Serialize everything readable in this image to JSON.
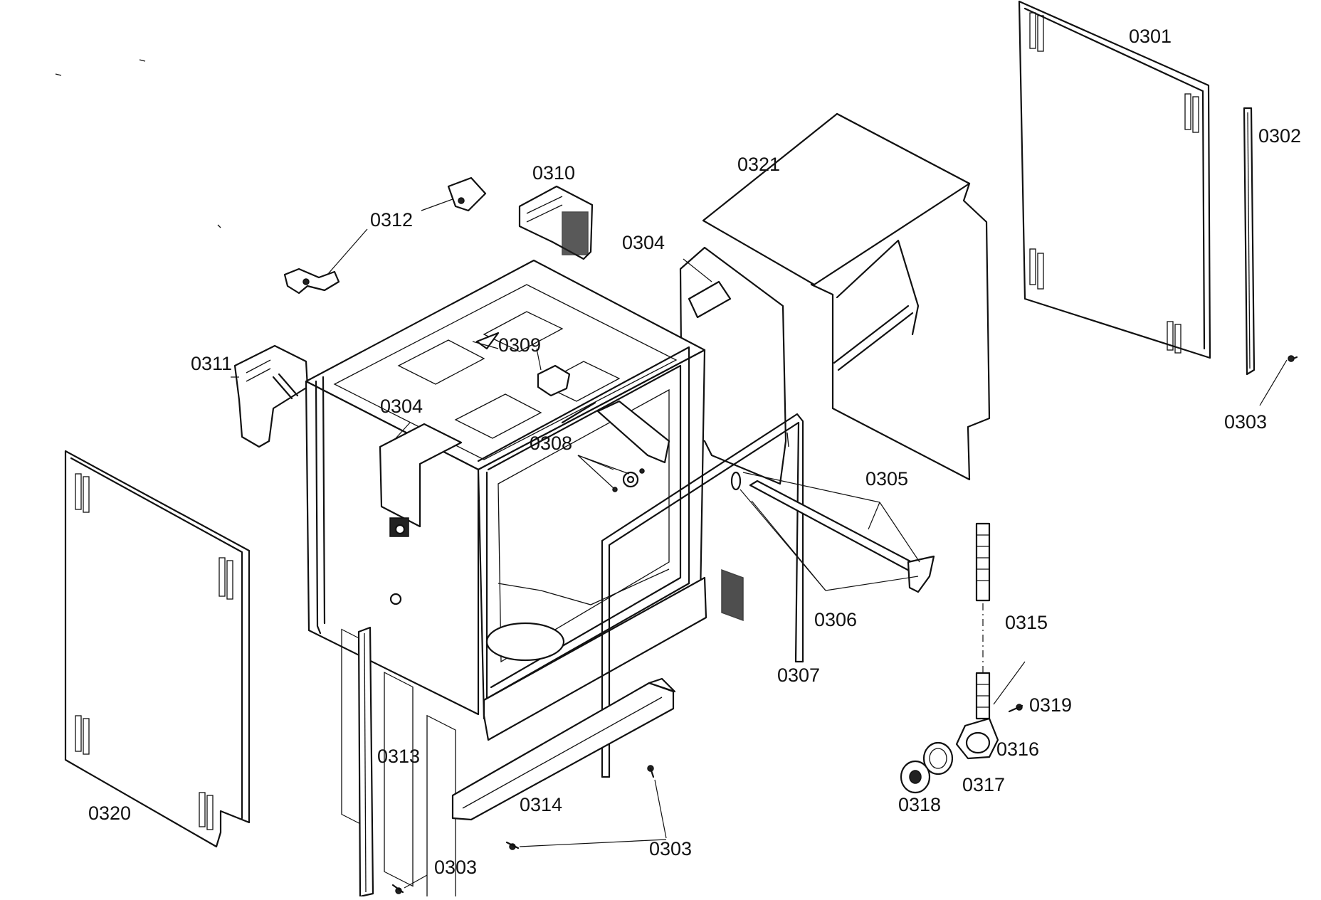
{
  "labels": {
    "p0301": "0301",
    "p0302": "0302",
    "p0303_right": "0303",
    "p0303_bottom_mid": "0303",
    "p0303_bottom_left": "0303",
    "p0304_top": "0304",
    "p0304_left": "0304",
    "p0305": "0305",
    "p0306": "0306",
    "p0307": "0307",
    "p0308": "0308",
    "p0309": "0309",
    "p0310": "0310",
    "p0311": "0311",
    "p0312": "0312",
    "p0313": "0313",
    "p0314": "0314",
    "p0315": "0315",
    "p0316": "0316",
    "p0317": "0317",
    "p0318": "0318",
    "p0319": "0319",
    "p0320": "0320",
    "p0321": "0321"
  }
}
